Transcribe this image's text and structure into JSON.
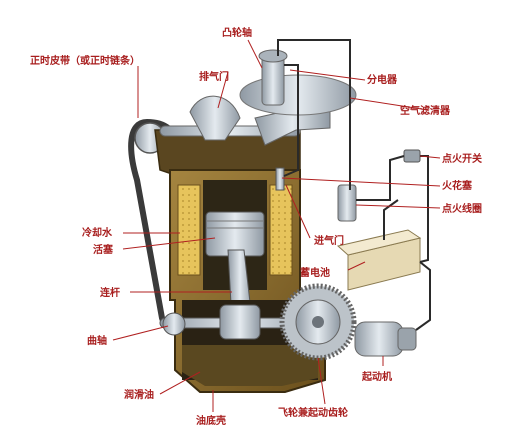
{
  "labels": {
    "camshaft": "凸轮轴",
    "timing_belt": "正时皮带（或正时链条）",
    "exhaust_valve": "排气门",
    "distributor": "分电器",
    "air_filter": "空气滤清器",
    "ignition_switch": "点火开关",
    "spark_plug": "火花塞",
    "ignition_coil": "点火线圈",
    "coolant": "冷却水",
    "piston": "活塞",
    "intake_valve": "进气门",
    "battery": "蓄电池",
    "connecting_rod": "连杆",
    "crankshaft": "曲轴",
    "starter_motor": "起动机",
    "lubricating_oil": "润滑油",
    "oil_pan": "油底壳",
    "flywheel_ring_gear": "飞轮兼起动齿轮"
  },
  "colors": {
    "label_text": "#a81e1e",
    "block": "#8a6a2a",
    "coolant_fill": "#e8c75a",
    "oil_fill": "#4a3a18",
    "metal": "#b8c2cc",
    "belt": "#3a3a3a",
    "wire": "#2a2a2a"
  }
}
